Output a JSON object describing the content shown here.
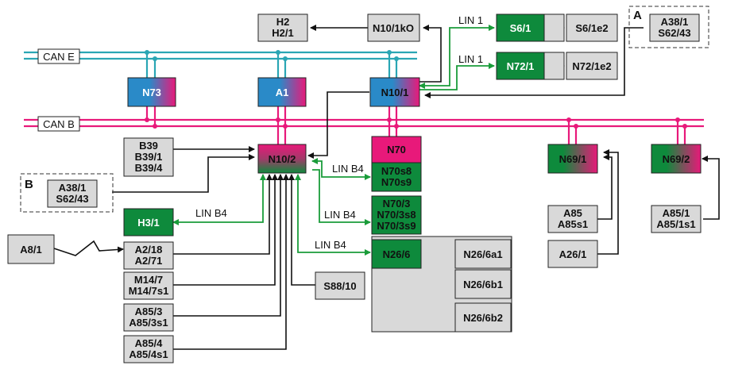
{
  "buses": {
    "can_e": "CAN E",
    "can_b": "CAN B",
    "lin_1": "LIN 1",
    "lin_b4": "LIN B4"
  },
  "markers": {
    "a": "A",
    "b": "B"
  },
  "modules": {
    "n73": "N73",
    "a1": "A1",
    "n10_1": "N10/1",
    "n10_1ko": "N10/1kO",
    "h2": [
      "H2",
      "H2/1"
    ],
    "s6_1": "S6/1",
    "s6_1e2": "S6/1e2",
    "n72_1": "N72/1",
    "n72_1e2": "N72/1e2",
    "a38_s62_a": [
      "A38/1",
      "S62/43"
    ],
    "a38_s62_b": [
      "A38/1",
      "S62/43"
    ],
    "n10_2": "N10/2",
    "b39": [
      "B39",
      "B39/1",
      "B39/4"
    ],
    "n70": "N70",
    "n70s": [
      "N70s8",
      "N70s9"
    ],
    "n70_3": [
      "N70/3",
      "N70/3s8",
      "N70/3s9"
    ],
    "n69_1": "N69/1",
    "n69_2": "N69/2",
    "h3_1": "H3/1",
    "a8_1": "A8/1",
    "a2": [
      "A2/18",
      "A2/71"
    ],
    "m14": [
      "M14/7",
      "M14/7s1"
    ],
    "a85_3": [
      "A85/3",
      "A85/3s1"
    ],
    "a85_4": [
      "A85/4",
      "A85/4s1"
    ],
    "s88_10": "S88/10",
    "n26_6": "N26/6",
    "n26_6a1": "N26/6a1",
    "n26_6b1": "N26/6b1",
    "n26_6b2": "N26/6b2",
    "a85": [
      "A85",
      "A85s1"
    ],
    "a26_1": "A26/1",
    "a85_1": [
      "A85/1",
      "A85/1s1"
    ]
  },
  "colors": {
    "can_e": "#2aa6b4",
    "can_b": "#e8197a",
    "lin": "#1a9c3a",
    "module_green": "#0e8a3c",
    "module_grey": "#d9d9d9",
    "module_pink": "#e8197a",
    "module_blue": "#2a8ac8"
  }
}
